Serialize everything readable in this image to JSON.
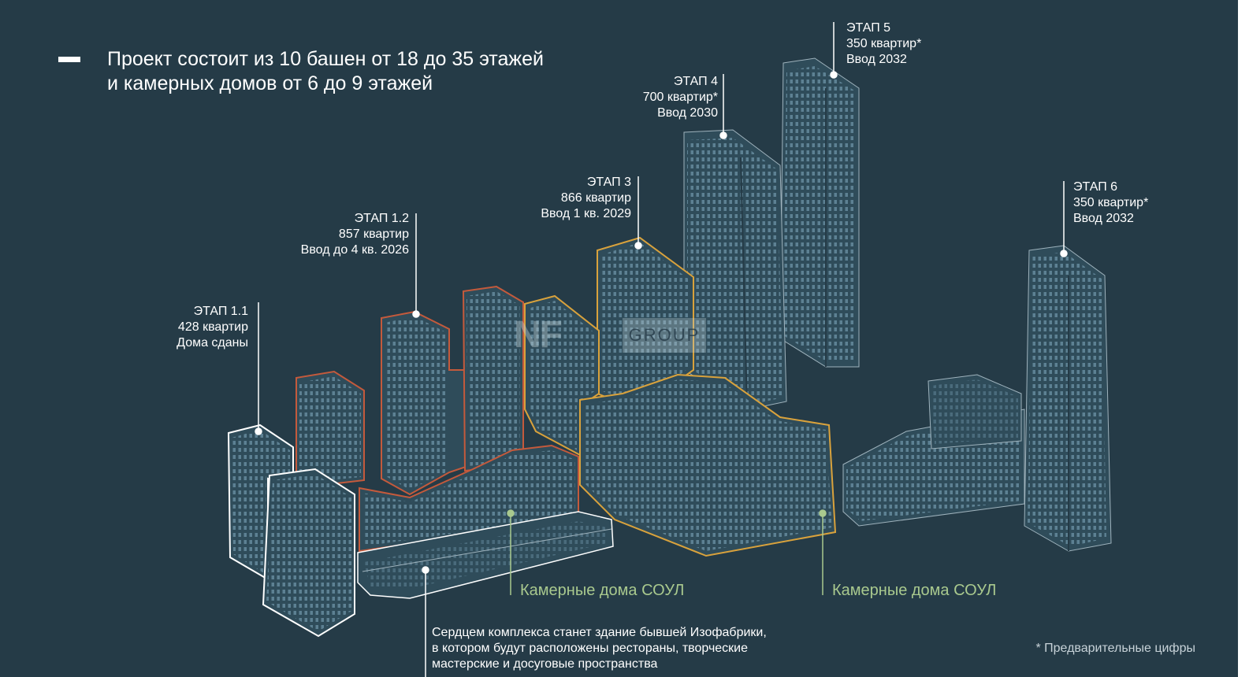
{
  "headline": {
    "line1": "Проект состоит из 10 башен от 18 до 35 этажей",
    "line2": "и камерных домов от 6 до 9 этажей"
  },
  "stages": [
    {
      "title": "ЭТАП 1.1",
      "apartments": "428 квартир",
      "status": "Дома сданы"
    },
    {
      "title": "ЭТАП 1.2",
      "apartments": "857 квартир",
      "status": "Ввод до 4 кв. 2026"
    },
    {
      "title": "ЭТАП 3",
      "apartments": "866 квартир",
      "status": "Ввод 1 кв. 2029"
    },
    {
      "title": "ЭТАП 4",
      "apartments": "700 квартир*",
      "status": "Ввод 2030"
    },
    {
      "title": "ЭТАП 5",
      "apartments": "350 квартир*",
      "status": "Ввод 2032"
    },
    {
      "title": "ЭТАП 6",
      "apartments": "350 квартир*",
      "status": "Ввод 2032"
    }
  ],
  "chamber_houses": [
    "Камерные дома СОУЛ",
    "Камерные дома СОУЛ"
  ],
  "heart_text": {
    "line1": "Сердцем комплекса станет здание бывшей Изофабрики,",
    "line2": "в котором будут расположены рестораны, творческие",
    "line3": "мастерские и досуговые пространства"
  },
  "footnote": "* Предварительные цифры",
  "watermark": {
    "brand": "NF",
    "group": "GROUP"
  },
  "colors": {
    "background": "#253b47",
    "building_fill": "#2f4c5a",
    "window": "#5d8193",
    "outline_white": "#ffffff",
    "outline_red": "#c45a3c",
    "outline_orange": "#d9a23c",
    "accent_green": "#a9c98e"
  }
}
